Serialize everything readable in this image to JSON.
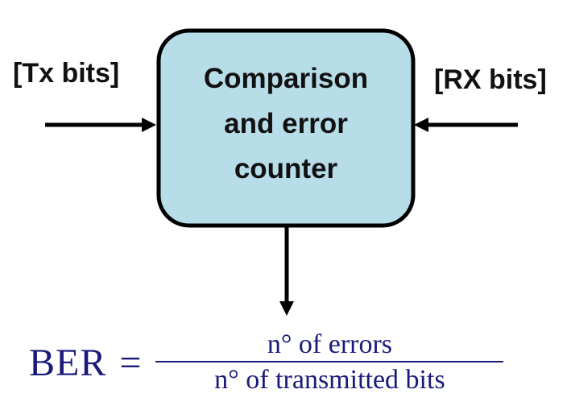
{
  "block": {
    "label_lines": [
      "Comparison",
      "and error",
      "counter"
    ],
    "fill_color": "#b7dde8",
    "stroke_color": "#000000"
  },
  "inputs": {
    "tx_label": "[Tx bits]",
    "rx_label": "[RX bits]"
  },
  "formula": {
    "lhs": "BER",
    "equals": "=",
    "numerator": "n° of errors",
    "denominator": "n° of transmitted bits",
    "color": "#1a1a7a"
  },
  "arrows": [
    {
      "from": "tx-input",
      "to": "comparison-block"
    },
    {
      "from": "rx-input",
      "to": "comparison-block"
    },
    {
      "from": "comparison-block",
      "to": "ber-formula"
    }
  ]
}
